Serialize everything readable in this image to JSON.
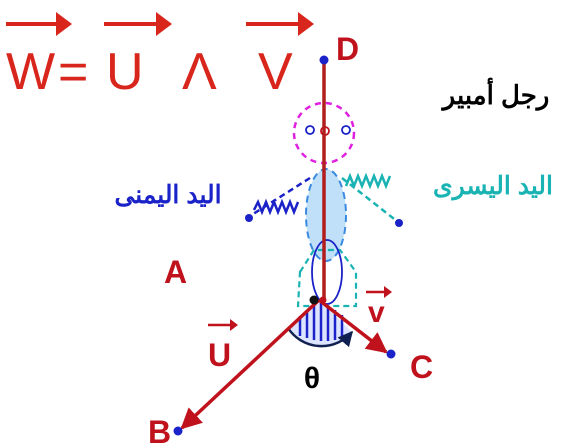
{
  "formula": {
    "w": "W",
    "eq": "=",
    "u": "U",
    "wedge": "Λ",
    "v": "V"
  },
  "title": "رجل أمبير",
  "left_hand": "اليد اليسرى",
  "right_hand": "اليد اليمنى",
  "labels": {
    "d": "D",
    "a": "A",
    "b": "B",
    "c": "C",
    "u": "U",
    "v": "v",
    "theta": "θ"
  },
  "colors": {
    "formula": "#d8261c",
    "title": "#000000",
    "left_hand": "#1ab3b3",
    "right_hand": "#1a22c8",
    "point_labels": "#c0121c",
    "vector_u": "#c0121c",
    "vector_v": "#c0121c",
    "vector_d": "#b21e1e",
    "head": "#e020e0",
    "body": "#4aa8f0",
    "theta": "#000000"
  }
}
